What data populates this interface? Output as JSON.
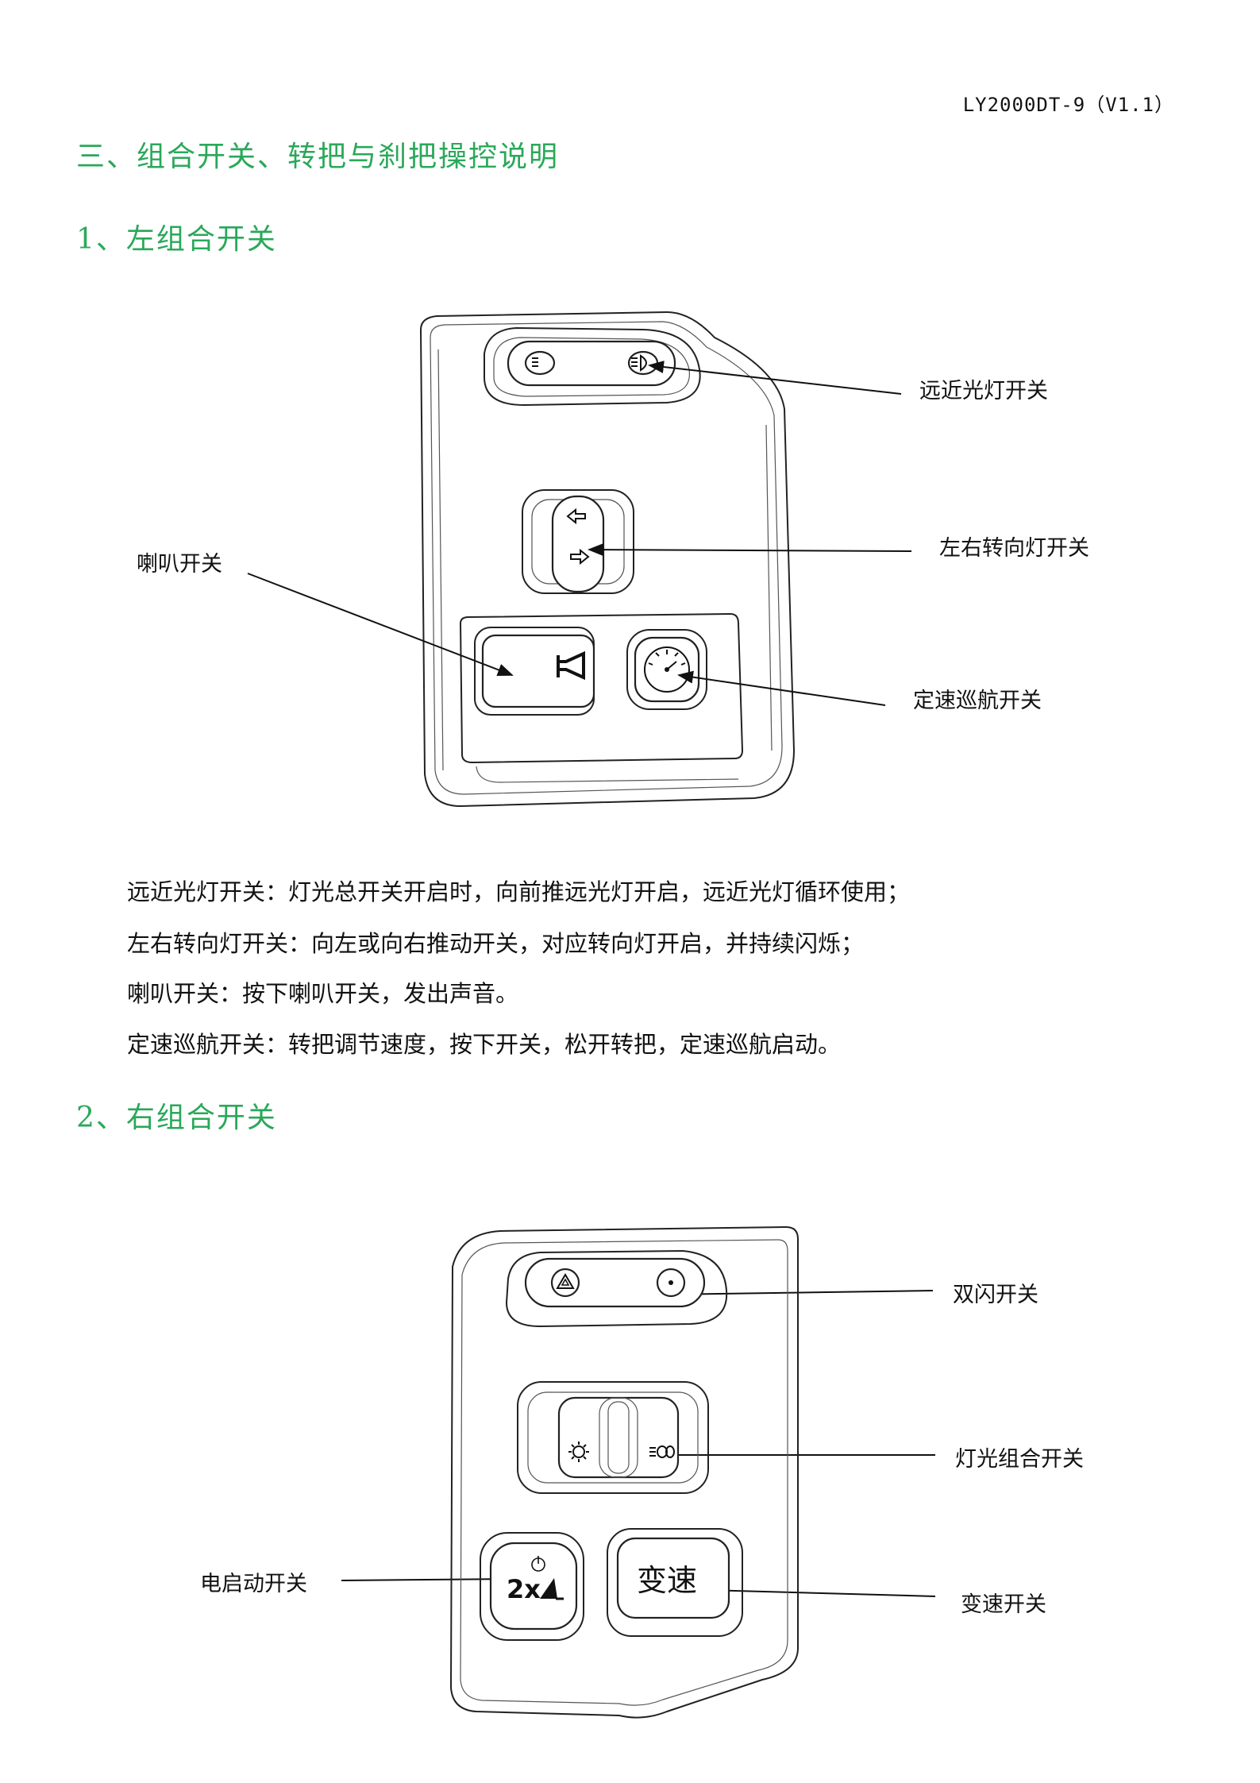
{
  "header": {
    "doc_code": "LY2000DT-9（V1.1）"
  },
  "title": "三、组合开关、转把与刹把操控说明",
  "left_switch": {
    "heading": "1、左组合开关",
    "labels": {
      "beam": "远近光灯开关",
      "turn": "左右转向灯开关",
      "horn": "喇叭开关",
      "cruise": "定速巡航开关"
    },
    "descriptions": [
      "远近光灯开关：灯光总开关开启时，向前推远光灯开启，远近光灯循环使用；",
      "左右转向灯开关：向左或向右推动开关，对应转向灯开启，并持续闪烁；",
      "喇叭开关：按下喇叭开关，发出声音。",
      "定速巡航开关：转把调节速度，按下开关，松开转把，定速巡航启动。"
    ]
  },
  "right_switch": {
    "heading": "2、右组合开关",
    "labels": {
      "hazard": "双闪开关",
      "light_combo": "灯光组合开关",
      "start": "电启动开关",
      "gear": "变速开关"
    },
    "button_text": {
      "gear": "变速",
      "start": "2x"
    }
  },
  "icons": [
    "headlight-low-icon",
    "headlight-high-icon",
    "arrow-left-icon",
    "arrow-right-icon",
    "horn-icon",
    "gauge-icon",
    "hazard-icon",
    "dot-icon",
    "sun-icon",
    "beam-icon",
    "power-icon",
    "speed-icon"
  ]
}
